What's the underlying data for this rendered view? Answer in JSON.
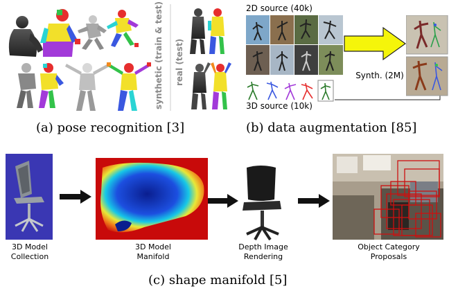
{
  "panel_a": {
    "caption": "(a) pose recognition [3]",
    "label_synthetic": "synthetic (train & test)",
    "label_real": "real (test)"
  },
  "panel_b": {
    "caption": "(b) data augmentation [85]",
    "source_2d": "2D source (40k)",
    "source_3d": "3D source (10k)",
    "synth": "Synth. (2M)"
  },
  "panel_c": {
    "caption": "(c) shape manifold [5]",
    "step1": [
      "3D Model",
      "Collection"
    ],
    "step2": [
      "3D Model",
      "Manifold"
    ],
    "step3": [
      "Depth Image",
      "Rendering"
    ],
    "step4": [
      "Object Category",
      "Proposals"
    ]
  },
  "colors": {
    "arrow_yellow": "#f5f50a",
    "arrow_black": "#111111",
    "proposal_box_red": "#cc1010",
    "body_part_colors": [
      "#e62e2e",
      "#33c24a",
      "#3a58e0",
      "#f2e02a",
      "#a23ad9",
      "#2ad4d4",
      "#f28a1e"
    ]
  }
}
